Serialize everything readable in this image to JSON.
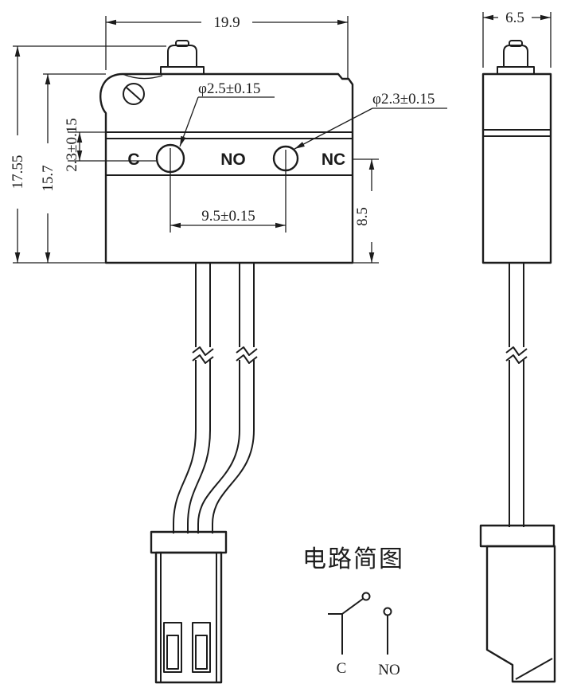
{
  "drawing": {
    "type": "technical-dimension-drawing",
    "subject": "micro switch with wire leads and connector",
    "colors": {
      "ink": "#1c1c1c",
      "paper": "#ffffff"
    },
    "front": {
      "dim_width": "19.9",
      "dim_total_height": "17.55",
      "dim_body_height": "15.7",
      "dim_hole_offset": "2.3±0.15",
      "label_hole_left": "φ2.5±0.15",
      "label_hole_right": "φ2.3±0.15",
      "terminal_c": "C",
      "terminal_no": "NO",
      "terminal_nc": "NC",
      "dim_hole_pitch": "9.5±0.15",
      "dim_hole_bottom": "8.5"
    },
    "side": {
      "dim_width": "6.5"
    },
    "circuit": {
      "title": "电路简图",
      "label_c": "C",
      "label_no": "NO"
    }
  }
}
